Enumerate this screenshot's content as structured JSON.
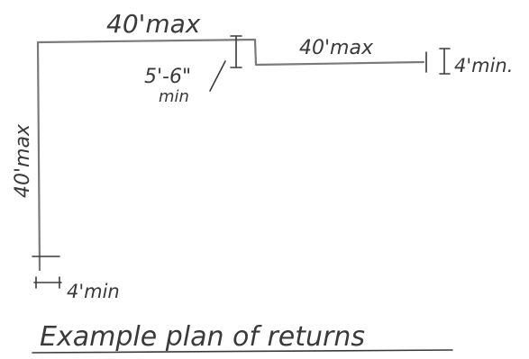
{
  "diagram": {
    "labels": {
      "top_left_run": "40'max",
      "top_right_run": "40'max",
      "left_run": "40'max",
      "step_offset_value": "5'-6\"",
      "step_offset_qualifier": "min",
      "right_return": "4'min.",
      "bottom_return": "4'min"
    },
    "caption": "Example plan of returns",
    "colors": {
      "wall_line": "#7a7a7a",
      "ink": "#3a3a3a"
    }
  }
}
